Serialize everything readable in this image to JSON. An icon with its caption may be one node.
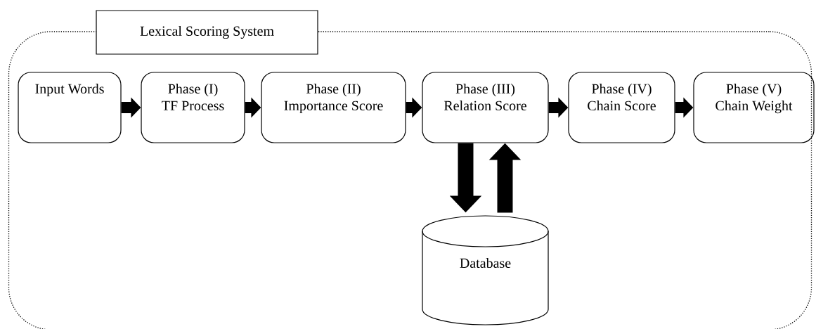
{
  "diagram": {
    "nodes": [
      {
        "text": [
          "Lexical Scoring System"
        ]
      },
      {
        "text": [
          "Input Words"
        ],
        "in": 0
      },
      {
        "text": [
          "Phase (I)",
          "TF Process"
        ],
        "in": 0
      },
      {
        "text": [
          "Phase (II)",
          "Importance Score"
        ],
        "in": 0
      },
      {
        "text": [
          "Phase (III)",
          "Relation Score"
        ],
        "in": 0
      },
      {
        "text": [
          "Phase (IV)",
          "Chain Score"
        ],
        "in": 0
      },
      {
        "text": [
          "Phase (V)",
          "Chain Weight"
        ],
        "in": 0
      },
      {
        "text": [
          "Database"
        ],
        "in": 0
      }
    ],
    "edges": [
      {
        "from": 1,
        "to": 2,
        "arrow": "to"
      },
      {
        "from": 2,
        "to": 3,
        "arrow": "to"
      },
      {
        "from": 3,
        "to": 4,
        "arrow": "to"
      },
      {
        "from": 4,
        "to": 5,
        "arrow": "to"
      },
      {
        "from": 5,
        "to": 6,
        "arrow": "to"
      },
      {
        "from": 4,
        "to": 7,
        "arrow": "to"
      },
      {
        "from": 7,
        "to": 4,
        "arrow": "to"
      }
    ]
  }
}
